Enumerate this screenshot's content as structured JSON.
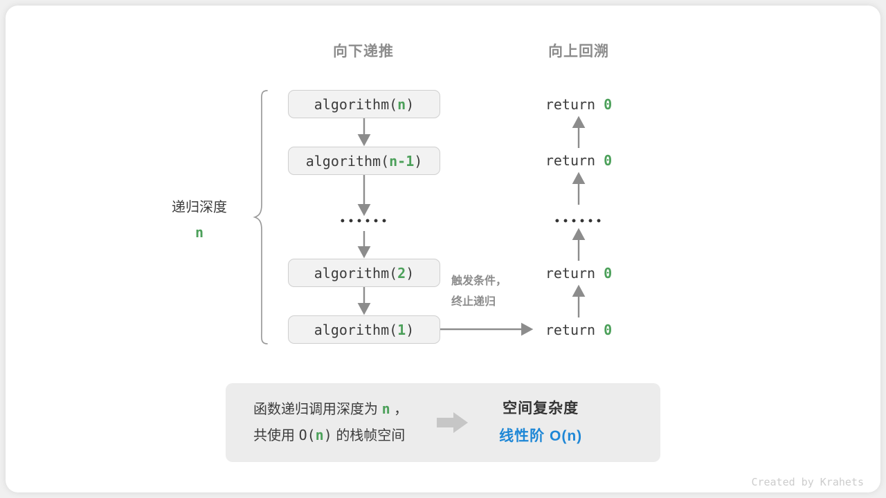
{
  "titles": {
    "left": "向下递推",
    "right": "向上回溯"
  },
  "depth": {
    "label": "递归深度",
    "value": "n"
  },
  "calls": [
    {
      "name": "algorithm(",
      "arg": "n",
      "close": ")"
    },
    {
      "name": "algorithm(",
      "arg": "n-1",
      "close": ")"
    },
    {
      "name": "algorithm(",
      "arg": "2",
      "close": ")"
    },
    {
      "name": "algorithm(",
      "arg": "1",
      "close": ")"
    }
  ],
  "ellipsis": "••••••",
  "returns": [
    {
      "keyword": "return",
      "value": "0"
    },
    {
      "keyword": "return",
      "value": "0"
    },
    {
      "keyword": "return",
      "value": "0"
    },
    {
      "keyword": "return",
      "value": "0"
    }
  ],
  "note": {
    "line1": "触发条件，",
    "line2": "终止递归"
  },
  "summary": {
    "left_line1_a": "函数递归调用深度为",
    "left_line1_n": "n",
    "left_line1_b": "，",
    "left_line2_a": "共使用",
    "left_line2_o": "O(",
    "left_line2_n": "n",
    "left_line2_c": ")",
    "left_line2_b": "的栈帧空间",
    "title": "空间复杂度",
    "value": "线性阶 O(n)"
  },
  "footer": "Created by Krahets",
  "colors": {
    "green": "#4ca05a",
    "blue": "#1e87d6",
    "gray_text": "#8c8c8c",
    "box_fill": "#f2f2f2",
    "box_border": "#cfcfcf",
    "panel": "#ececec",
    "arrow": "#8c8c8c"
  }
}
